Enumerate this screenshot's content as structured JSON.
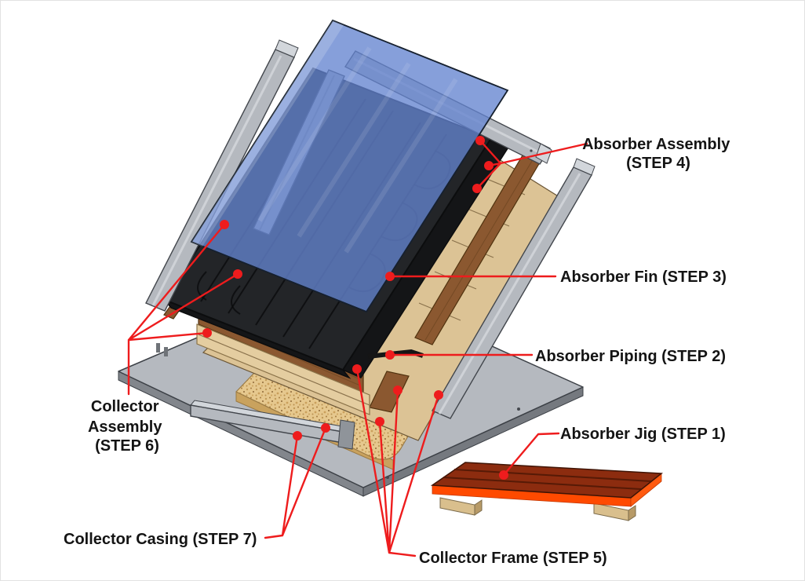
{
  "page": {
    "background": "#ffffff",
    "border": "#e2e2e2"
  },
  "diagram": {
    "name": "solar-collector-exploded-assembly",
    "type": "exploded-isometric-diagram",
    "leader_color": "#ee1c1d",
    "label_text_color": "#141414",
    "labels": {
      "absorber_assembly_line1": "Absorber Assembly",
      "absorber_assembly_line2": "(STEP 4)",
      "absorber_fin": "Absorber Fin (STEP 3)",
      "absorber_piping": "Absorber Piping (STEP 2)",
      "absorber_jig": "Absorber Jig (STEP 1)",
      "collector_assembly_line1": "Collector",
      "collector_assembly_line2": "Assembly",
      "collector_assembly_line3": "(STEP 6)",
      "collector_casing": "Collector Casing (STEP 7)",
      "collector_frame": "Collector Frame (STEP 5)"
    },
    "components": [
      {
        "name": "glazing-panel",
        "color": "#6484cf"
      },
      {
        "name": "absorber-plate",
        "color": "#232528"
      },
      {
        "name": "wood-frame-boards",
        "color": "#dcc395"
      },
      {
        "name": "wood-frame-rails",
        "color": "#8b5830"
      },
      {
        "name": "insulation-board",
        "color": "#e6c88e"
      },
      {
        "name": "casing-metal",
        "color": "#b5b9bf"
      },
      {
        "name": "jig-top",
        "color": "#8c2c0f"
      },
      {
        "name": "jig-trim",
        "color": "#ff4a00"
      },
      {
        "name": "jig-legs",
        "color": "#d9bf8d"
      }
    ]
  }
}
